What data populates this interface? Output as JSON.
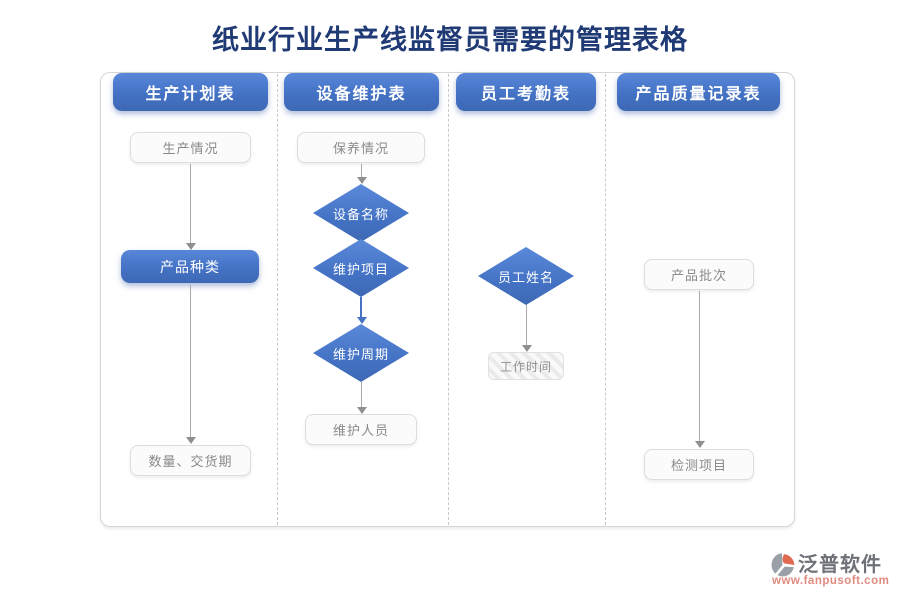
{
  "page": {
    "title": "纸业行业生产线监督员需要的管理表格"
  },
  "colors": {
    "accent_blue": "#4472C4",
    "title_navy": "#1F3A74",
    "arrow_gray": "#8F8F8F",
    "node_text_gray": "#8A8A8A",
    "logo_url_salmon": "#E08B80"
  },
  "columns": [
    {
      "header": "生产计划表",
      "nodes": [
        {
          "label": "生产情况",
          "type": "light"
        },
        {
          "label": "产品种类",
          "type": "blue"
        },
        {
          "label": "数量、交货期",
          "type": "light"
        }
      ]
    },
    {
      "header": "设备维护表",
      "nodes": [
        {
          "label": "保养情况",
          "type": "light"
        },
        {
          "label": "设备名称",
          "type": "diamond"
        },
        {
          "label": "维护项目",
          "type": "diamond"
        },
        {
          "label": "维护周期",
          "type": "diamond"
        },
        {
          "label": "维护人员",
          "type": "light"
        }
      ]
    },
    {
      "header": "员工考勤表",
      "nodes": [
        {
          "label": "员工姓名",
          "type": "diamond"
        },
        {
          "label": "工作时间",
          "type": "striped"
        }
      ]
    },
    {
      "header": "产品质量记录表",
      "nodes": [
        {
          "label": "产品批次",
          "type": "light"
        },
        {
          "label": "检测项目",
          "type": "light"
        }
      ]
    }
  ],
  "logo": {
    "name": "泛普软件",
    "url": "www.fanpusoft.com"
  }
}
